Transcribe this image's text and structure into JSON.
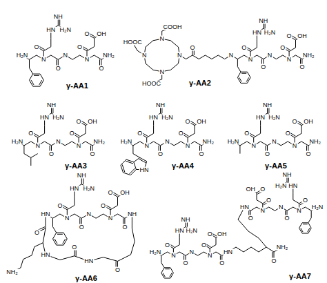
{
  "diagram": {
    "labels": [
      "H₂N",
      "N",
      "O",
      "HN",
      "NH",
      "H₂N",
      "O",
      "N",
      "N",
      "O",
      "O",
      "OH",
      "O",
      "NH₂",
      "γ-AA1",
      "N",
      "N",
      "O",
      "HN",
      "NH",
      "H₂N",
      "O",
      "N",
      "N",
      "O",
      "O",
      "OH",
      "O",
      "NH₂",
      "O",
      "N",
      "N",
      "N",
      "N",
      "COOH",
      "HOOC",
      "HOOC",
      "γ-AA2",
      "H₂N",
      "N",
      "O",
      "HN",
      "NH",
      "H₂N",
      "O",
      "N",
      "N",
      "O",
      "O",
      "OH",
      "O",
      "NH₂",
      "γ-AA3",
      "H₂N",
      "N",
      "O",
      "HN",
      "NH",
      "H₂N",
      "O",
      "N",
      "N",
      "O",
      "O",
      "OH",
      "O",
      "NH₂",
      "HN",
      "γ-AA4",
      "H₂N",
      "N",
      "O",
      "HN",
      "NH",
      "H₂N",
      "O",
      "N",
      "N",
      "O",
      "O",
      "OH",
      "O",
      "NH₂",
      "γ-AA5",
      "HN",
      "N",
      "O",
      "HN",
      "NH",
      "H₂N",
      "O",
      "N",
      "N",
      "O",
      "O",
      "OH",
      "O",
      "NH",
      "O",
      "NH₂",
      "HN",
      "O",
      "HN",
      "O",
      "γ-AA6",
      "H₂N",
      "N",
      "O",
      "HN",
      "NH",
      "H₂N",
      "O",
      "N",
      "N",
      "O",
      "O",
      "OH",
      "O",
      "HN",
      "H₂N",
      "N",
      "O",
      "HN",
      "NH",
      "H₂N",
      "O",
      "N",
      "N",
      "O",
      "O",
      "OH",
      "O",
      "HN",
      "O",
      "NH₂",
      "γ-AA7"
    ]
  }
}
